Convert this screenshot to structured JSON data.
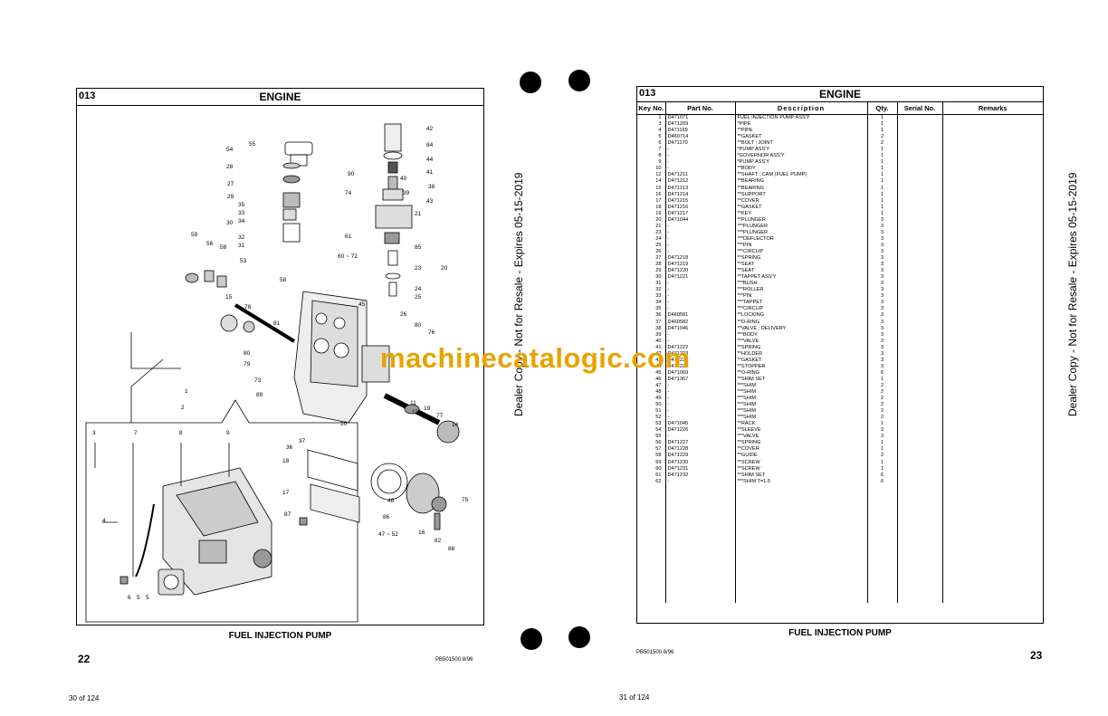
{
  "left_page": {
    "section_code": "013",
    "section_title": "ENGINE",
    "caption": "FUEL INJECTION PUMP",
    "page_number": "22",
    "doc_ref": "PB501500 8/96",
    "footer": "30 of 124",
    "labels": [
      "1",
      "2",
      "3",
      "7",
      "8",
      "9",
      "4",
      "6",
      "5",
      "5",
      "55",
      "54",
      "28",
      "27",
      "29",
      "35",
      "33",
      "34",
      "30",
      "32",
      "31",
      "59",
      "56",
      "58",
      "53",
      "15",
      "78",
      "58",
      "81",
      "80",
      "79",
      "73",
      "89",
      "36",
      "37",
      "10",
      "18",
      "17",
      "87",
      "42",
      "84",
      "44",
      "41",
      "90",
      "40",
      "38",
      "74",
      "39",
      "43",
      "21",
      "61",
      "85",
      "60 ~ 72",
      "23",
      "20",
      "24",
      "25",
      "45",
      "26",
      "80",
      "76",
      "11",
      "12",
      "19",
      "77",
      "14",
      "46",
      "86",
      "47 ~ 52",
      "16",
      "75",
      "82",
      "88"
    ]
  },
  "right_page": {
    "section_code": "013",
    "section_title": "ENGINE",
    "columns": [
      "Key No.",
      "Part No.",
      "Description",
      "Qty.",
      "Serial No.",
      "Remarks"
    ],
    "rows": [
      [
        "1",
        "D471071",
        "FUEL INJECTION PUMP ASS'Y",
        "1"
      ],
      [
        "3",
        "D471209",
        "*PIPE",
        "1"
      ],
      [
        "4",
        "D471169",
        "**PIPE",
        "1"
      ],
      [
        "5",
        "D460714",
        "**GASKET",
        "2"
      ],
      [
        "6",
        "D471170",
        "**BOLT ; JOINT",
        "2"
      ],
      [
        "7",
        "-",
        "*PUMP ASS'Y",
        "1"
      ],
      [
        "8",
        "-",
        "*GOVERNOR ASS'Y",
        "1"
      ],
      [
        "9",
        "-",
        "*PUMP ASS'Y",
        "1"
      ],
      [
        "10",
        "-",
        "**BODY",
        "1"
      ],
      [
        "12",
        "D471211",
        "**SHAFT ; CAM (FUEL PUMP)",
        "1"
      ],
      [
        "14",
        "D471212",
        "**BEARING",
        "1"
      ],
      [
        "15",
        "D471213",
        "**BEARING",
        "1"
      ],
      [
        "16",
        "D471214",
        "**SUPPORT",
        "1"
      ],
      [
        "17",
        "D471215",
        "**COVER",
        "1"
      ],
      [
        "18",
        "D471216",
        "**GASKET",
        "1"
      ],
      [
        "19",
        "D471217",
        "**KEY",
        "1"
      ],
      [
        "20",
        "D471044",
        "**PLUNGER",
        "3"
      ],
      [
        "21",
        "-",
        "***PLUNGER",
        "3"
      ],
      [
        "23",
        "-",
        "***PLUNGER",
        "3"
      ],
      [
        "24",
        "-",
        "***DEFLECTOR",
        "3"
      ],
      [
        "25",
        "-",
        "***PIN",
        "3"
      ],
      [
        "26",
        "-",
        "***CIRCLIP",
        "3"
      ],
      [
        "27",
        "D471218",
        "**SPRING",
        "3"
      ],
      [
        "28",
        "D471219",
        "**SEAT",
        "3"
      ],
      [
        "29",
        "D471220",
        "**SEAT",
        "3"
      ],
      [
        "30",
        "D471221",
        "**TAPPET ASS'Y",
        "3"
      ],
      [
        "31",
        "-",
        "***BUSH",
        "3"
      ],
      [
        "32",
        "-",
        "***ROLLER",
        "3"
      ],
      [
        "33",
        "-",
        "***PIN",
        "3"
      ],
      [
        "34",
        "-",
        "***TAPPET",
        "3"
      ],
      [
        "35",
        "-",
        "***CIRCLIP",
        "3"
      ],
      [
        "36",
        "D460581",
        "**LOCKING",
        "3"
      ],
      [
        "37",
        "D460582",
        "**O-RING",
        "3"
      ],
      [
        "38",
        "D471046",
        "**VALVE ; DELIVERY",
        "3"
      ],
      [
        "39",
        "-",
        "***BODY",
        "3"
      ],
      [
        "40",
        "-",
        "***VALVE",
        "3"
      ],
      [
        "41",
        "D471222",
        "**SPRING",
        "3"
      ],
      [
        "42",
        "D471223",
        "**HOLDER",
        "3"
      ],
      [
        "43",
        "D471224",
        "**GASKET",
        "3"
      ],
      [
        "44",
        "D471225",
        "**STOPPER",
        "3"
      ],
      [
        "45",
        "D471069",
        "**O-RING",
        "6"
      ],
      [
        "46",
        "D471367",
        "**SHIM SET",
        "1"
      ],
      [
        "47",
        "-",
        "***SHIM",
        "2"
      ],
      [
        "48",
        "-",
        "***SHIM",
        "2"
      ],
      [
        "49",
        "-",
        "***SHIM",
        "2"
      ],
      [
        "50",
        "-",
        "***SHIM",
        "2"
      ],
      [
        "51",
        "-",
        "***SHIM",
        "2"
      ],
      [
        "52",
        "-",
        "***SHIM",
        "2"
      ],
      [
        "53",
        "D471045",
        "**RACK",
        "1"
      ],
      [
        "54",
        "D471226",
        "**SLEEVE",
        "3"
      ],
      [
        "55",
        "-",
        "***VALVE",
        "3"
      ],
      [
        "56",
        "D471227",
        "**SPRING",
        "1"
      ],
      [
        "57",
        "D471228",
        "**COVER",
        "1"
      ],
      [
        "58",
        "D471229",
        "**GUIDE",
        "2"
      ],
      [
        "59",
        "D471230",
        "**SCREW",
        "1"
      ],
      [
        "60",
        "D471231",
        "**SCREW",
        "1"
      ],
      [
        "61",
        "D471232",
        "**SHIM SET",
        "6"
      ],
      [
        "62",
        "-",
        "***SHIM T=1.5",
        "6"
      ]
    ],
    "caption": "FUEL INJECTION PUMP",
    "page_number": "23",
    "doc_ref": "PB501500 8/96",
    "footer": "31 of 124"
  },
  "watermarks": {
    "vertical_center": "Dealer Copy - Not for Resale - Expires 05-15-2019",
    "vertical_right": "Dealer Copy - Not for Resale - Expires 05-15-2019",
    "site": "machinecatalogic.com"
  }
}
